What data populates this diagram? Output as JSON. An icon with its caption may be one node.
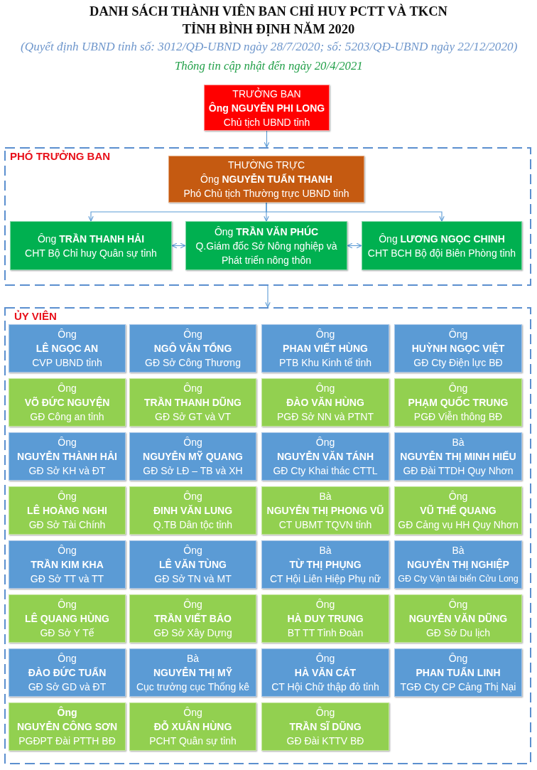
{
  "diagram": {
    "title": "DANH SÁCH THÀNH VIÊN BAN CHỈ HUY PCTT VÀ TKCN TỈNH BÌNH ĐỊNH NĂM 2020",
    "nodes": [
      {
        "text": [
          "TRƯỞNG BAN",
          "Ông NGUYỄN PHI LONG",
          "Chủ tịch UBND tỉnh"
        ]
      },
      {
        "text": [
          "PHÓ TRƯỞNG BAN"
        ]
      },
      {
        "text": [
          "THƯỜNG TRỰC",
          "Ông **NGUYỄN TUẤN THANH**",
          "Phó Chủ tịch Thường trực UBND tỉnh"
        ],
        "in": 1
      },
      {
        "text": [
          "Ông **TRẦN THANH HẢI**",
          "CHT Bộ Chỉ huy Quân sự tỉnh"
        ],
        "in": 1
      },
      {
        "text": [
          "Ông **TRẦN VĂN PHÚC**",
          "Q.Giám đốc Sở Nông nghiệp và Phát triển nông thôn"
        ],
        "in": 1
      },
      {
        "text": [
          "Ông **LƯƠNG NGỌC CHINH**",
          "CHT BCH Bộ đội Biên Phòng tỉnh"
        ],
        "in": 1
      },
      {
        "text": [
          "ỦY VIÊN"
        ]
      },
      {
        "text": [
          "Ông",
          "LÊ NGỌC AN",
          "CVP UBND tỉnh"
        ],
        "in": 6
      },
      {
        "text": [
          "Ông",
          "NGÔ VĂN TỔNG",
          "GĐ Sở Công Thương"
        ],
        "in": 6
      },
      {
        "text": [
          "Ông",
          "PHAN VIẾT HÙNG",
          "PTB Khu Kinh tế tỉnh"
        ],
        "in": 6
      },
      {
        "text": [
          "Ông",
          "HUỲNH NGỌC VIỆT",
          "GĐ Cty Điện lực BĐ"
        ],
        "in": 6
      },
      {
        "text": [
          "Ông",
          "VÕ ĐỨC NGUYỆN",
          "GĐ Công an tỉnh"
        ],
        "in": 6
      },
      {
        "text": [
          "Ông",
          "TRẦN THANH DŨNG",
          "GĐ Sở GT và VT"
        ],
        "in": 6
      },
      {
        "text": [
          "Ông",
          "ĐÀO VĂN HÙNG",
          "PGĐ Sở NN và PTNT"
        ],
        "in": 6
      },
      {
        "text": [
          "Ông",
          "PHẠM QUỐC TRUNG",
          "PGĐ Viễn thông BĐ"
        ],
        "in": 6
      },
      {
        "text": [
          "Ông",
          "NGUYỄN THÀNH HẢI",
          "GĐ Sở KH và ĐT"
        ],
        "in": 6
      },
      {
        "text": [
          "Ông",
          "NGUYỄN MỸ QUANG",
          "GĐ Sở LĐ – TB và XH"
        ],
        "in": 6
      },
      {
        "text": [
          "Ông",
          "NGUYỄN VĂN TÁNH",
          "GĐ Cty Khai thác CTTL"
        ],
        "in": 6
      },
      {
        "text": [
          "Bà",
          "NGUYỄN THỊ MINH HIẾU",
          "GĐ Đài TTDH Quy Nhơn"
        ],
        "in": 6
      },
      {
        "text": [
          "Ông",
          "LÊ HOÀNG NGHI",
          "GĐ Sở Tài Chính"
        ],
        "in": 6
      },
      {
        "text": [
          "Ông",
          "ĐINH VĂN LUNG",
          "Q.TB Dân tộc tỉnh"
        ],
        "in": 6
      },
      {
        "text": [
          "Bà",
          "NGUYỄN THỊ PHONG VŨ",
          "CT UBMT TQVN tỉnh"
        ],
        "in": 6
      },
      {
        "text": [
          "Ông",
          "VŨ THẾ QUANG",
          "GĐ Cảng vụ HH Quy Nhơn"
        ],
        "in": 6
      },
      {
        "text": [
          "Ông",
          "TRẦN KIM KHA",
          "GĐ Sở TT và TT"
        ],
        "in": 6
      },
      {
        "text": [
          "Ông",
          "LÊ VĂN TÙNG",
          "GĐ Sở TN và MT"
        ],
        "in": 6
      },
      {
        "text": [
          "Bà",
          "TỪ THỊ PHỤNG",
          "CT Hội Liên Hiệp Phụ nữ"
        ],
        "in": 6
      },
      {
        "text": [
          "Bà",
          "NGUYỄN THỊ NGHIỆP",
          "GĐ Cty Vận tải biển Cửu Long"
        ],
        "in": 6
      },
      {
        "text": [
          "Ông",
          "LÊ QUANG HÙNG",
          "GĐ Sở Y Tế"
        ],
        "in": 6
      },
      {
        "text": [
          "Ông",
          "TRẦN VIẾT BẢO",
          "GĐ Sở Xây Dựng"
        ],
        "in": 6
      },
      {
        "text": [
          "Ông",
          "HÀ DUY TRUNG",
          "BT TT Tỉnh Đoàn"
        ],
        "in": 6
      },
      {
        "text": [
          "Ông",
          "NGUYỄN VĂN DŨNG",
          "GĐ Sở Du lịch"
        ],
        "in": 6
      },
      {
        "text": [
          "Ông",
          "ĐÀO ĐỨC TUẤN",
          "GĐ Sở GD và ĐT"
        ],
        "in": 6
      },
      {
        "text": [
          "Bà",
          "NGUYỄN THỊ MỸ",
          "Cục trưởng cục Thống kê"
        ],
        "in": 6
      },
      {
        "text": [
          "Ông",
          "HÀ VĂN CÁT",
          "CT Hội Chữ thập đỏ tỉnh"
        ],
        "in": 6
      },
      {
        "text": [
          "Ông",
          "PHAN TUẤN LINH",
          "TGĐ Cty CP Cảng Thị Nại"
        ],
        "in": 6
      },
      {
        "text": [
          "Ông",
          "NGUYỄN CÔNG SƠN",
          "PGĐPT Đài PTTH BĐ"
        ],
        "in": 6
      },
      {
        "text": [
          "Ông",
          "ĐỖ XUÂN HÙNG",
          "PCHT Quân sự tỉnh"
        ],
        "in": 6
      },
      {
        "text": [
          "Ông",
          "TRẦN SĨ DŨNG",
          "GĐ Đài KTTV BĐ"
        ],
        "in": 6
      }
    ],
    "edges": [
      {
        "from": 0,
        "to": 1,
        "arrow": "to"
      },
      {
        "from": 2,
        "to": 3,
        "arrow": "to"
      },
      {
        "from": 2,
        "to": 4,
        "arrow": "to"
      },
      {
        "from": 2,
        "to": 5,
        "arrow": "to"
      },
      {
        "from": 3,
        "to": 4,
        "arrow": "both"
      },
      {
        "from": 4,
        "to": 5,
        "arrow": "both"
      },
      {
        "from": 1,
        "to": 6,
        "arrow": "to"
      }
    ],
    "labels": [
      "(Quyết định UBND tỉnh số: 3012/QĐ-UBND ngày 28/7/2020; số: 5203/QĐ-UBND ngày 22/12/2020)",
      "Thông tin cập nhật đến ngày 20/4/2021"
    ]
  }
}
